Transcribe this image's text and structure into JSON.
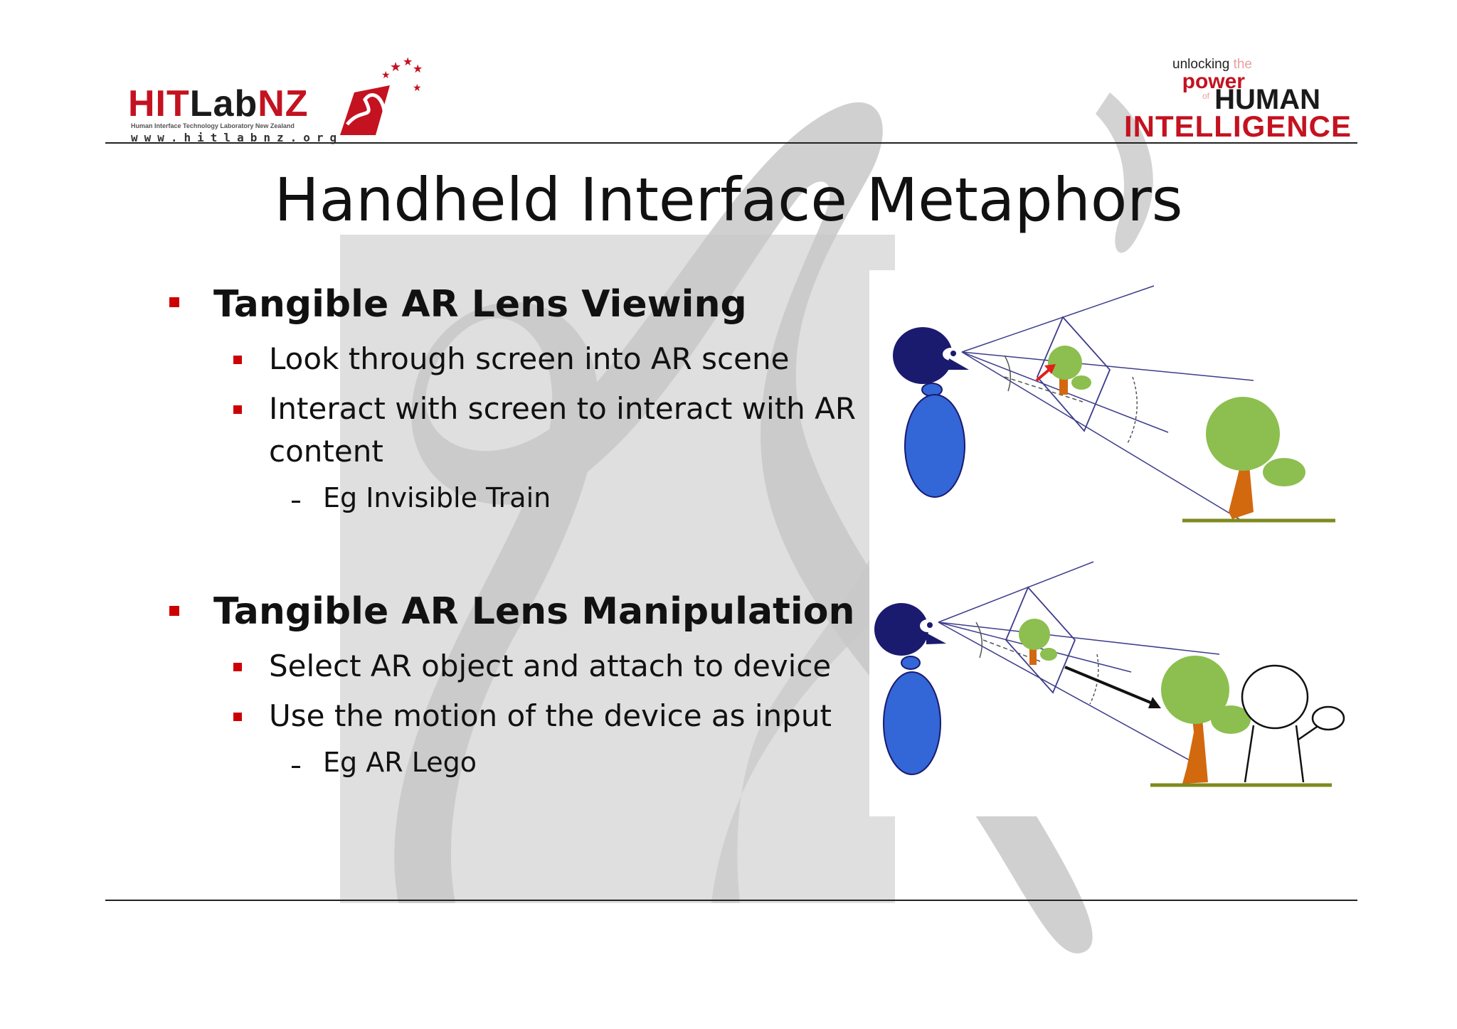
{
  "header": {
    "logo_left": {
      "brand_red": "HIT",
      "brand_black": "Lab",
      "brand_red2": "NZ",
      "subtitle": "Human Interface Technology Laboratory New Zealand",
      "url": "www.hitlabnz.org"
    },
    "logo_right": {
      "line1": "unlocking",
      "the": "the",
      "power": "power",
      "of": "of",
      "human": "HUMAN",
      "intelligence": "INTELLIGENCE"
    }
  },
  "slide": {
    "title": "Handheld Interface Metaphors",
    "sections": [
      {
        "heading": "Tangible AR Lens Viewing",
        "items": [
          "Look through screen into AR scene",
          "Interact with screen to interact with AR",
          "content"
        ],
        "example": "Eg Invisible Train"
      },
      {
        "heading": "Tangible AR Lens Manipulation",
        "items": [
          "Select AR object and attach to device",
          "Use the motion of the device as input"
        ],
        "example": "Eg AR Lego"
      }
    ]
  },
  "colors": {
    "accent_red": "#cc0000",
    "head_navy": "#1a1a6e",
    "body_blue": "#3366d6",
    "tree_green": "#8cbf4f",
    "trunk_orange": "#d2690f",
    "ground_olive": "#7f8a1f",
    "watermark_gray": "#d3d3d3"
  }
}
